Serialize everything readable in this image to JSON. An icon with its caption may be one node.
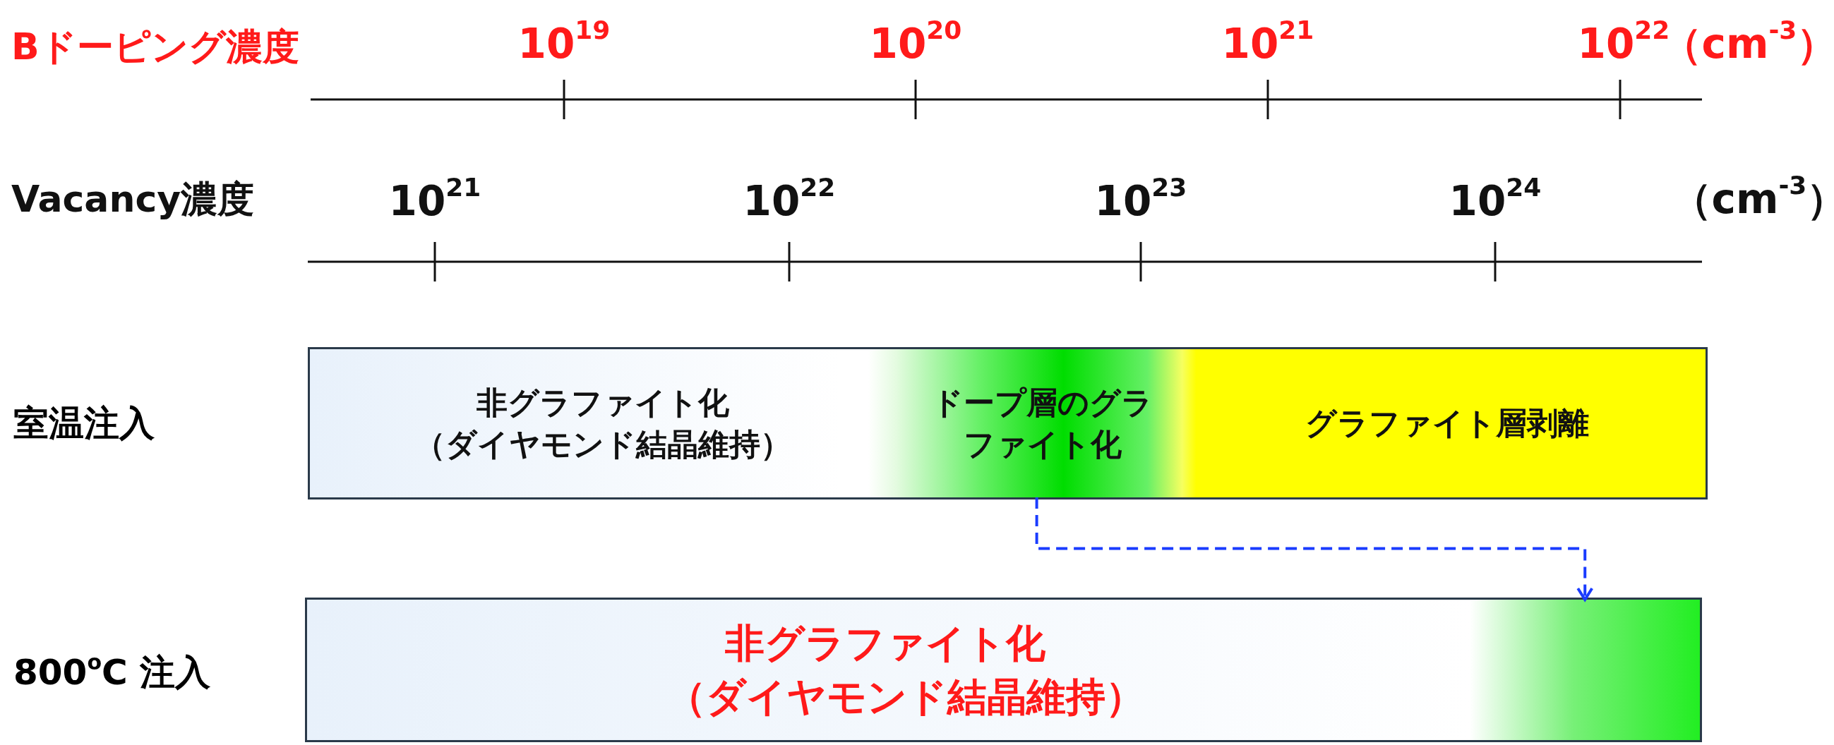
{
  "diagram": {
    "nodes": [
      {
        "text": [
          "室温注入"
        ]
      },
      {
        "text": [
          "非グラファイト化（ダイヤモンド結晶維持）"
        ],
        "in": 0
      },
      {
        "text": [
          "ドープ層のグラファイト化"
        ],
        "in": 0
      },
      {
        "text": [
          "グラファイト層剥離"
        ],
        "in": 0
      },
      {
        "text": [
          "800$^{o}$C 注入"
        ]
      },
      {
        "text": [
          "非グラファイト化（ダイヤモンド結晶維持）"
        ],
        "in": 4
      },
      {
        "text": [],
        "shape": "box",
        "in": 4
      }
    ],
    "edges": [
      {
        "from": 2,
        "to": 6,
        "arrow": "to",
        "style": "dashed",
        "color": "#1a3cff"
      }
    ],
    "labels": [
      "Bドーピング濃度",
      "10$^{19}$",
      "10$^{20}$",
      "10$^{21}$",
      "10$^{22}$",
      "（cm$^{-3}$）",
      "Vacancy濃度",
      "10$^{21}$",
      "10$^{22}$",
      "10$^{23}$",
      "10$^{24}$",
      "（cm$^{-3}$）"
    ]
  }
}
